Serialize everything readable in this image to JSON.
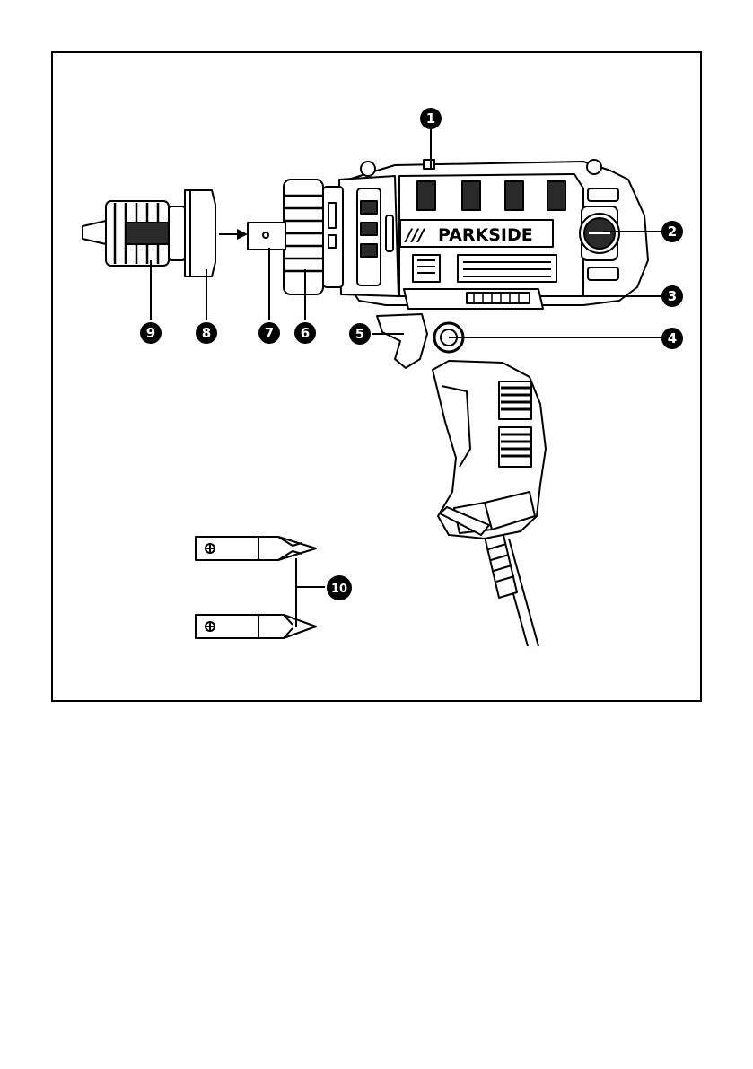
{
  "brand": {
    "name": "PARKSIDE",
    "mark": "///"
  },
  "callouts": [
    {
      "id": "callout-1",
      "label": "1"
    },
    {
      "id": "callout-2",
      "label": "2"
    },
    {
      "id": "callout-3",
      "label": "3"
    },
    {
      "id": "callout-4",
      "label": "4"
    },
    {
      "id": "callout-5",
      "label": "5"
    },
    {
      "id": "callout-6",
      "label": "6"
    },
    {
      "id": "callout-7",
      "label": "7"
    },
    {
      "id": "callout-8",
      "label": "8"
    },
    {
      "id": "callout-9",
      "label": "9"
    },
    {
      "id": "callout-10",
      "label": "10"
    }
  ],
  "colors": {
    "ink": "#000000",
    "paper": "#ffffff",
    "shade": "#2a2a2a"
  }
}
